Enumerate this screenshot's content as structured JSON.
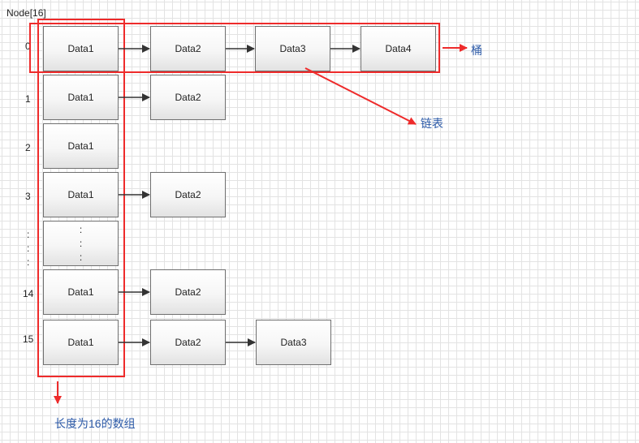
{
  "array_title": "Node[16]",
  "index_labels": [
    "0",
    "1",
    "2",
    "3",
    ":",
    ":",
    ":",
    "14",
    "15"
  ],
  "rows": [
    {
      "index": "0",
      "nodes": [
        "Data1",
        "Data2",
        "Data3",
        "Data4"
      ]
    },
    {
      "index": "1",
      "nodes": [
        "Data1",
        "Data2"
      ]
    },
    {
      "index": "2",
      "nodes": [
        "Data1"
      ]
    },
    {
      "index": "3",
      "nodes": [
        "Data1",
        "Data2"
      ]
    },
    {
      "index": "...",
      "nodes": [
        ":",
        ":",
        ":"
      ]
    },
    {
      "index": "14",
      "nodes": [
        "Data1",
        "Data2"
      ]
    },
    {
      "index": "15",
      "nodes": [
        "Data1",
        "Data2",
        "Data3"
      ]
    }
  ],
  "annotations": {
    "bucket": "桶",
    "linked_list": "链表",
    "array": "长度为16的数组"
  },
  "colors": {
    "highlight": "#ee2b2b",
    "annotation_text": "#2c5aa8",
    "arrow": "#333333"
  }
}
